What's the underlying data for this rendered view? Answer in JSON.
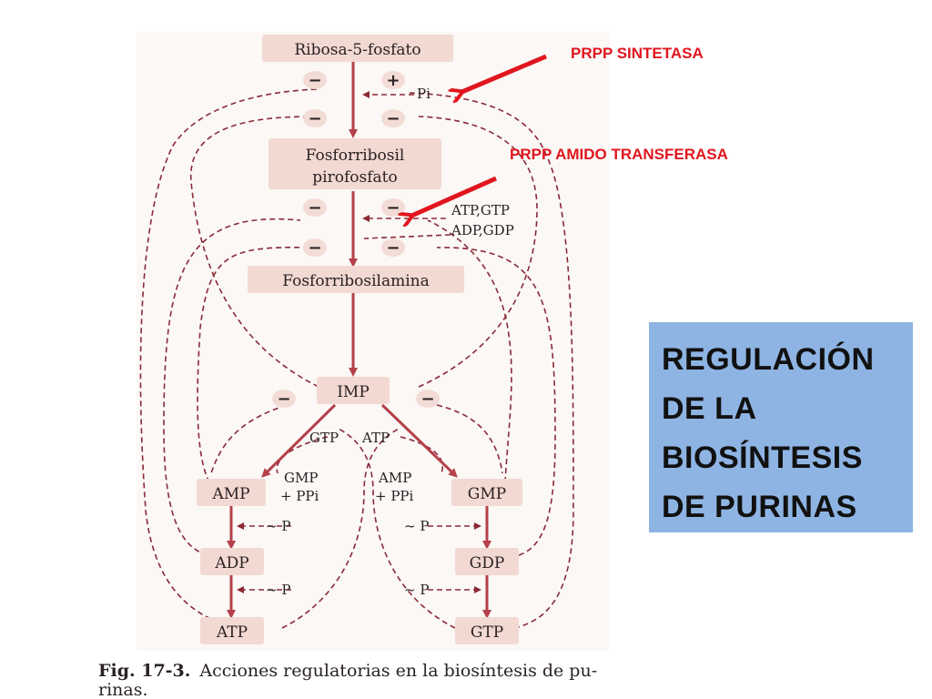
{
  "title": {
    "line1": "REGULACIÓN",
    "line2": "DE LA",
    "line3": "BIOSÍNTESIS",
    "line4": "DE PURINAS"
  },
  "enzymes": {
    "prpp_sintetasa": "PRPP SINTETASA",
    "prpp_amido_transferasa": "PRPP AMIDO TRANSFERASA"
  },
  "nodes": {
    "ribosa": "Ribosa-5-fosfato",
    "prpp_line1": "Fosforribosil",
    "prpp_line2": "pirofosfato",
    "fosforribosilamina": "Fosforribosilamina",
    "imp": "IMP",
    "amp": "AMP",
    "gmp": "GMP",
    "adp": "ADP",
    "gdp": "GDP",
    "atp": "ATP",
    "gtp": "GTP"
  },
  "labels": {
    "pi": "Pi",
    "atp_gtp": "ATP,GTP",
    "adp_gdp": "ADP,GDP",
    "gtp_cofactor": "GTP",
    "atp_cofactor": "ATP",
    "gmp_ppi_1": "GMP",
    "gmp_ppi_2": "+ PPi",
    "amp_ppi_1": "AMP",
    "amp_ppi_2": "+ PPi",
    "tilde_p": "~ P",
    "minus": "−",
    "plus": "+"
  },
  "caption": {
    "fig": "Fig. 17-3.",
    "text1": "Acciones regulatorias en la biosíntesis de pu-",
    "text2": "rinas."
  },
  "colors": {
    "enzyme_red": "#e0161e",
    "title_box": "#8eb4e3",
    "main_arrow": "#b5404a"
  }
}
